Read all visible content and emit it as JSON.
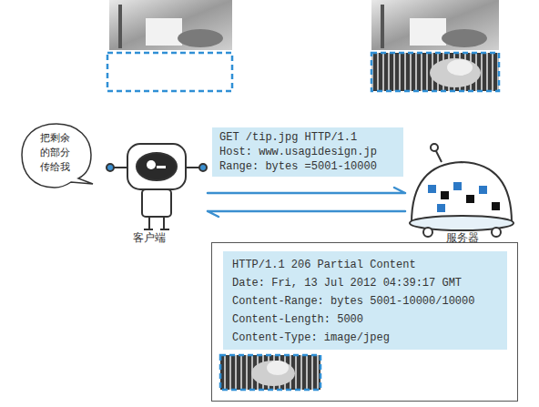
{
  "diagram": {
    "nodes": [
      {
        "text": [
          "把剩余 的部分 传给我"
        ]
      },
      {
        "text": [
          "GET /tip.jpg HTTP/1.1",
          "Host: www.usagidesign.jp",
          "Range: bytes =5001-10000"
        ]
      },
      {
        "text": [
          "客户端"
        ]
      },
      {
        "text": [
          "服务器"
        ]
      },
      {
        "text": [
          "HTTP/1.1 206 Partial Content",
          "Date: Fri, 13 Jul 2012 04:39:17 GMT",
          "Content-Range: bytes 5001-10000/10000",
          "Content-Length: 5000",
          "Content-Type: image/jpeg"
        ]
      }
    ],
    "edges": [
      {
        "from": 2,
        "to": 3,
        "arrow": "to"
      },
      {
        "from": 3,
        "to": 2,
        "arrow": "to"
      }
    ]
  }
}
